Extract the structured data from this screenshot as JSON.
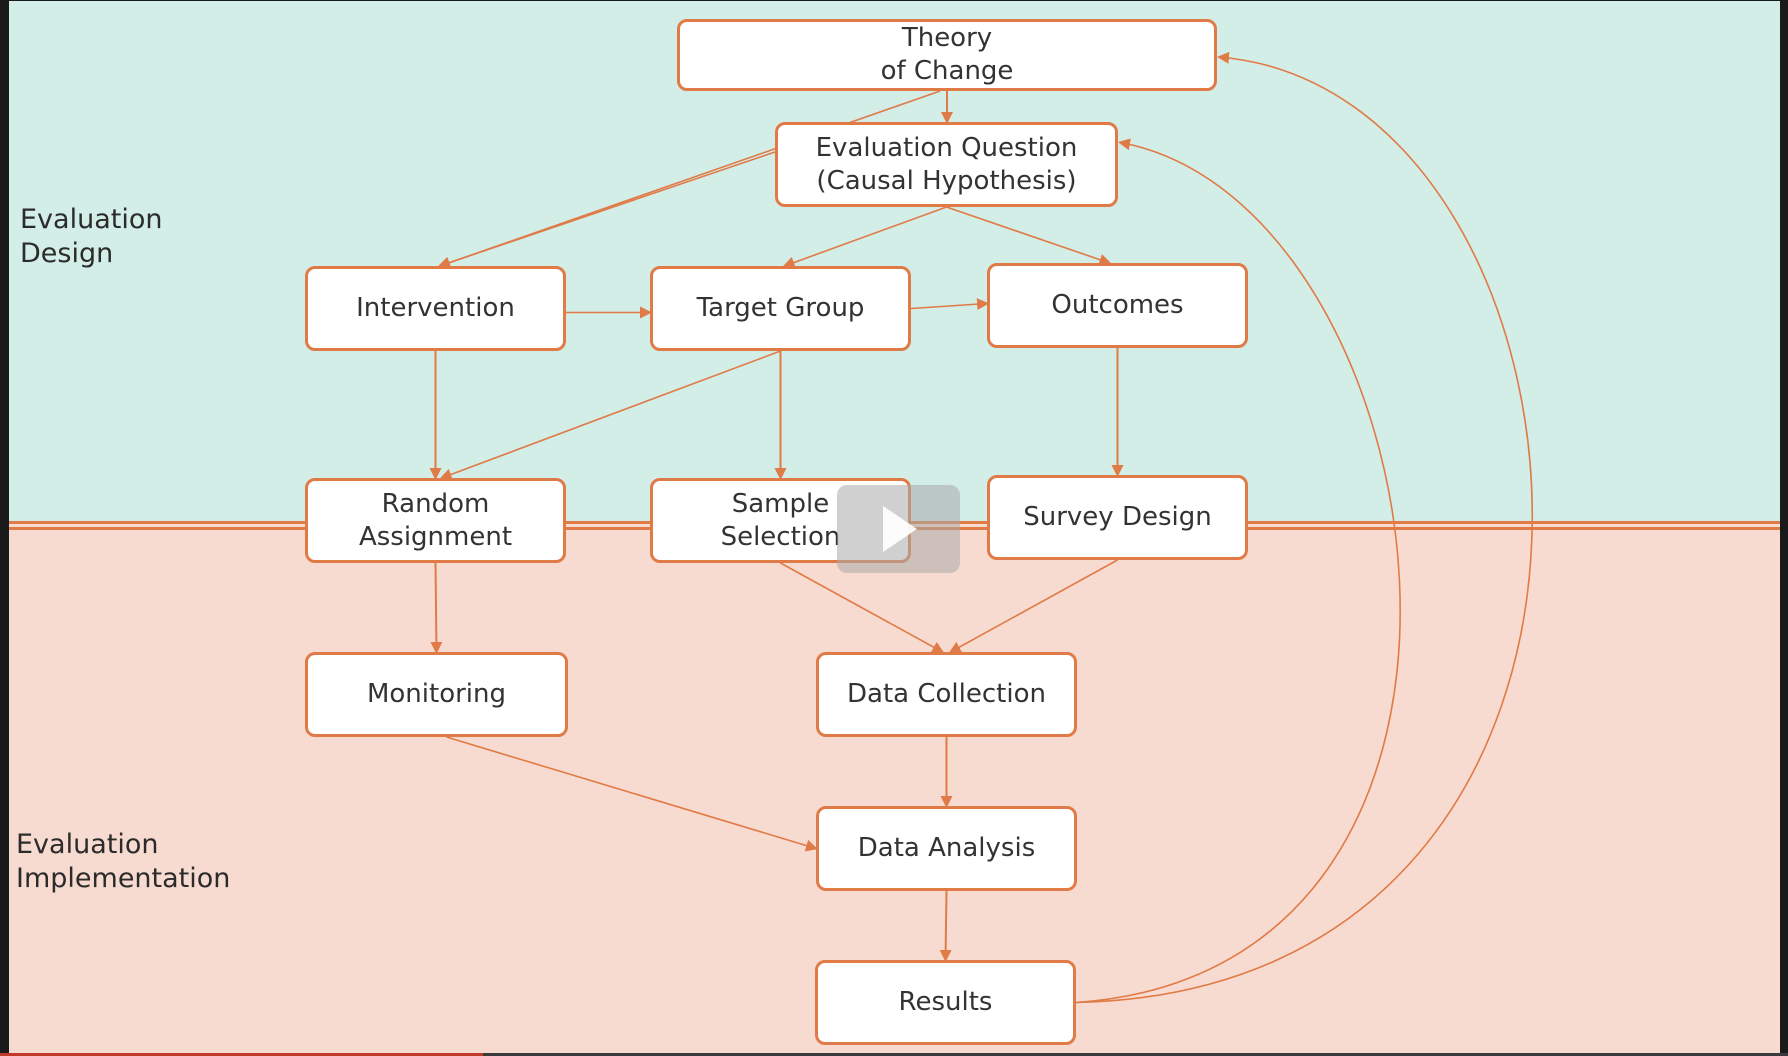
{
  "side_labels": {
    "design": "Evaluation\nDesign",
    "implementation": "Evaluation\nImplementation"
  },
  "nodes": {
    "theory_of_change": "Theory\nof Change",
    "evaluation_question": "Evaluation Question\n(Causal Hypothesis)",
    "intervention": "Intervention",
    "target_group": "Target Group",
    "outcomes": "Outcomes",
    "random_assignment": "Random\nAssignment",
    "sample_selection": "Sample\nSelection",
    "survey_design": "Survey Design",
    "monitoring": "Monitoring",
    "data_collection": "Data Collection",
    "data_analysis": "Data Analysis",
    "results": "Results"
  },
  "edges": [
    {
      "from": "theory_of_change",
      "to": "evaluation_question"
    },
    {
      "from": "theory_of_change",
      "to": "intervention"
    },
    {
      "from": "evaluation_question",
      "to": "intervention"
    },
    {
      "from": "evaluation_question",
      "to": "target_group"
    },
    {
      "from": "evaluation_question",
      "to": "outcomes"
    },
    {
      "from": "intervention",
      "to": "target_group"
    },
    {
      "from": "target_group",
      "to": "outcomes"
    },
    {
      "from": "intervention",
      "to": "random_assignment"
    },
    {
      "from": "target_group",
      "to": "random_assignment"
    },
    {
      "from": "target_group",
      "to": "sample_selection"
    },
    {
      "from": "outcomes",
      "to": "survey_design"
    },
    {
      "from": "random_assignment",
      "to": "monitoring"
    },
    {
      "from": "sample_selection",
      "to": "data_collection"
    },
    {
      "from": "survey_design",
      "to": "data_collection"
    },
    {
      "from": "monitoring",
      "to": "data_analysis"
    },
    {
      "from": "data_collection",
      "to": "data_analysis"
    },
    {
      "from": "data_analysis",
      "to": "results"
    },
    {
      "from": "results",
      "to": "evaluation_question"
    },
    {
      "from": "results",
      "to": "theory_of_change"
    }
  ],
  "colors": {
    "design_band": "#d3ede7",
    "implementation_band": "#f8dbd0",
    "accent": "#e07a46",
    "node_fill": "#ffffff"
  },
  "video_player": {
    "play_icon": "play-icon",
    "progress": 0.27
  }
}
